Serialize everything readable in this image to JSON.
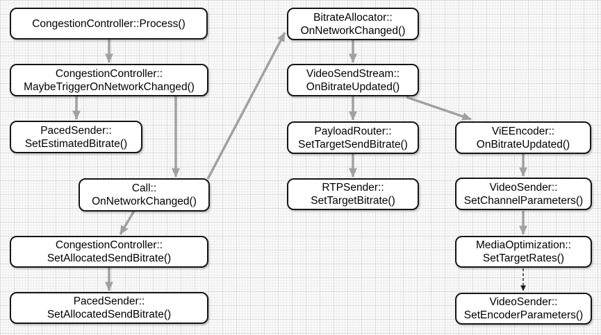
{
  "diagram": {
    "description": "Call graph of bitrate update propagation",
    "colors": {
      "background": "#fafafa",
      "grid_line": "#e2e2e2",
      "node_fill": "#ffffff",
      "node_border": "#141414",
      "node_text": "#000000",
      "arrow_solid": "#a1a1a1",
      "arrow_dashed": "#1c1c1c"
    },
    "nodes": [
      {
        "id": "congestion-controller-process",
        "text": "CongestionController::Process()"
      },
      {
        "id": "maybe-trigger-on-network-changed",
        "text": "CongestionController::\nMaybeTriggerOnNetworkChanged()"
      },
      {
        "id": "paced-sender-set-estimated-bitrate",
        "text": "PacedSender::\nSetEstimatedBitrate()"
      },
      {
        "id": "call-on-network-changed",
        "text": "Call::\nOnNetworkChanged()"
      },
      {
        "id": "congestion-set-allocated-bitrate",
        "text": "CongestionController::\nSetAllocatedSendBitrate()"
      },
      {
        "id": "paced-sender-set-allocated-bitrate",
        "text": "PacedSender::\nSetAllocatedSendBitrate()"
      },
      {
        "id": "bitrate-allocator-on-network-changed",
        "text": "BitrateAllocator::\nOnNetworkChanged()"
      },
      {
        "id": "video-send-stream-on-bitrate-updated",
        "text": "VideoSendStream::\nOnBitrateUpdated()"
      },
      {
        "id": "payload-router-set-target-send-bitrate",
        "text": "PayloadRouter::\nSetTargetSendBitrate()"
      },
      {
        "id": "rtp-sender-set-target-bitrate",
        "text": "RTPSender::\nSetTargetBitrate()"
      },
      {
        "id": "vie-encoder-on-bitrate-updated",
        "text": "ViEEncoder::\nOnBitrateUpdated()"
      },
      {
        "id": "video-sender-set-channel-parameters",
        "text": "VideoSender::\nSetChannelParameters()"
      },
      {
        "id": "media-optimization-set-target-rates",
        "text": "MediaOptimization::\nSetTargetRates()"
      },
      {
        "id": "video-sender-set-encoder-parameters",
        "text": "VideoSender::\nSetEncoderParameters()"
      }
    ],
    "edges": [
      {
        "from": "congestion-controller-process",
        "to": "maybe-trigger-on-network-changed",
        "style": "solid"
      },
      {
        "from": "maybe-trigger-on-network-changed",
        "to": "paced-sender-set-estimated-bitrate",
        "style": "solid"
      },
      {
        "from": "maybe-trigger-on-network-changed",
        "to": "call-on-network-changed",
        "style": "solid"
      },
      {
        "from": "call-on-network-changed",
        "to": "bitrate-allocator-on-network-changed",
        "style": "solid"
      },
      {
        "from": "call-on-network-changed",
        "to": "congestion-set-allocated-bitrate",
        "style": "solid"
      },
      {
        "from": "congestion-set-allocated-bitrate",
        "to": "paced-sender-set-allocated-bitrate",
        "style": "solid"
      },
      {
        "from": "bitrate-allocator-on-network-changed",
        "to": "video-send-stream-on-bitrate-updated",
        "style": "solid"
      },
      {
        "from": "video-send-stream-on-bitrate-updated",
        "to": "payload-router-set-target-send-bitrate",
        "style": "solid"
      },
      {
        "from": "video-send-stream-on-bitrate-updated",
        "to": "vie-encoder-on-bitrate-updated",
        "style": "solid"
      },
      {
        "from": "payload-router-set-target-send-bitrate",
        "to": "rtp-sender-set-target-bitrate",
        "style": "solid"
      },
      {
        "from": "vie-encoder-on-bitrate-updated",
        "to": "video-sender-set-channel-parameters",
        "style": "solid"
      },
      {
        "from": "video-sender-set-channel-parameters",
        "to": "media-optimization-set-target-rates",
        "style": "solid"
      },
      {
        "from": "media-optimization-set-target-rates",
        "to": "video-sender-set-encoder-parameters",
        "style": "dashed"
      }
    ]
  }
}
